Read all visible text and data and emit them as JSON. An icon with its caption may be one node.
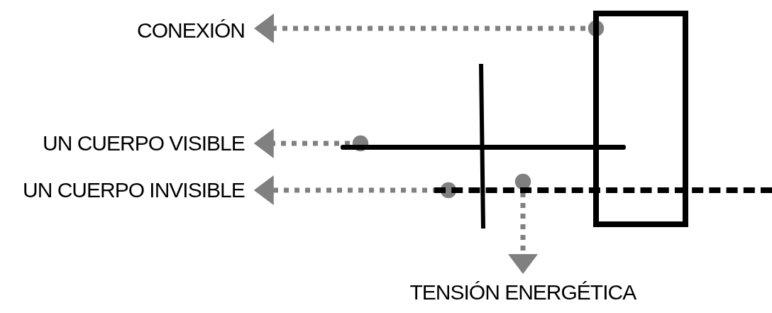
{
  "diagram": {
    "nodes": [
      {
        "text": [
          "CONEXIÓN"
        ]
      },
      {
        "text": [],
        "shape": "box"
      },
      {
        "text": [
          "UN CUERPO VISIBLE"
        ]
      },
      {
        "text": [],
        "shape": "line"
      },
      {
        "text": [
          "UN CUERPO INVISIBLE"
        ]
      },
      {
        "text": [],
        "shape": "dashed-line"
      },
      {
        "text": [
          "TENSIÓN ENERGÉTICA"
        ]
      }
    ],
    "edges": [
      {
        "from": 1,
        "to": 0,
        "arrow": "to"
      },
      {
        "from": 3,
        "to": 2,
        "arrow": "to"
      },
      {
        "from": 5,
        "to": 4,
        "arrow": "to"
      },
      {
        "from": 5,
        "to": 6,
        "arrow": "to"
      }
    ]
  }
}
